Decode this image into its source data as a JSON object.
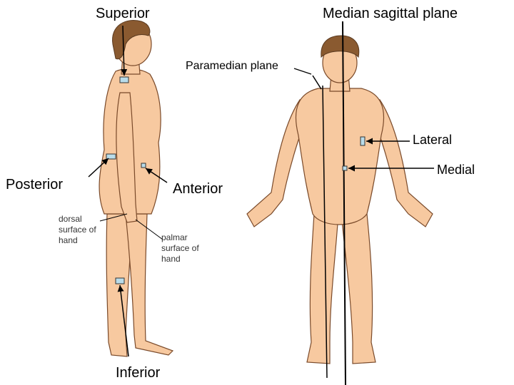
{
  "labels": {
    "superior": "Superior",
    "median_sagittal_plane": "Median sagittal plane",
    "paramedian_plane": "Paramedian plane",
    "lateral": "Lateral",
    "medial": "Medial",
    "posterior": "Posterior",
    "anterior": "Anterior",
    "inferior": "Inferior",
    "dorsal_surface": "dorsal surface of hand",
    "palmar_surface": "palmar surface of hand"
  },
  "colors": {
    "skin": "#f7c9a0",
    "skin_outline": "#7a4a2a",
    "hair": "#8a5a30",
    "marker_fill": "#b9dcea",
    "line": "#000000"
  }
}
